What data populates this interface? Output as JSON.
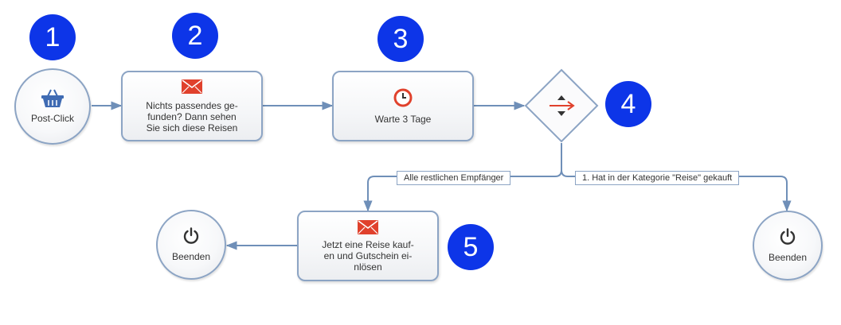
{
  "badges": [
    "1",
    "2",
    "3",
    "4",
    "5"
  ],
  "nodes": {
    "start": {
      "label": "Post-Click",
      "icon": "shopping-basket-icon"
    },
    "email1": {
      "label": "Nichts passendes ge-\nfunden? Dann sehen\nSie sich diese Reisen",
      "icon": "envelope-icon"
    },
    "wait": {
      "label": "Warte 3 Tage",
      "icon": "clock-icon"
    },
    "decision": {
      "icon": "split-arrows-icon"
    },
    "email2": {
      "label": "Jetzt eine Reise kauf-\nen und Gutschein ei-\nnlösen",
      "icon": "envelope-icon"
    },
    "end_left": {
      "label": "Beenden",
      "icon": "power-icon"
    },
    "end_right": {
      "label": "Beenden",
      "icon": "power-icon"
    }
  },
  "edges": {
    "left_branch_label": "Alle restlichen Empfänger",
    "right_branch_label": "1. Hat in der Kategorie \"Reise\" gekauft"
  },
  "colors": {
    "badge": "#0d35e8",
    "connector": "#6f8fb8",
    "node_border": "#8ca4c4",
    "icon_red": "#e0412c",
    "icon_blue": "#3f6bb3"
  }
}
